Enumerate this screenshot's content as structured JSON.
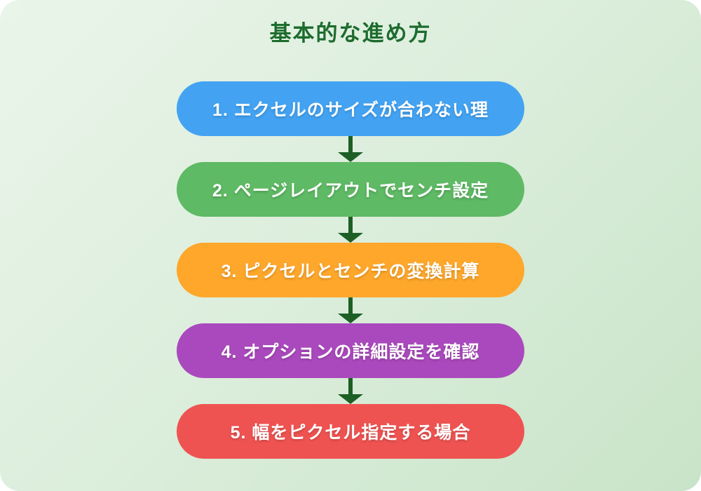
{
  "title": {
    "text": "基本的な進め方",
    "color": "#1d6c2e"
  },
  "background": {
    "gradient_from": "#eaf5ea",
    "gradient_to": "#c8e4c8"
  },
  "arrow": {
    "color": "#1d5f25"
  },
  "steps": [
    {
      "label": "1. エクセルのサイズが合わない理",
      "color": "#43a3f2"
    },
    {
      "label": "2. ページレイアウトでセンチ設定",
      "color": "#5eba64"
    },
    {
      "label": "3. ピクセルとセンチの変換計算",
      "color": "#fea72b"
    },
    {
      "label": "4. オプションの詳細設定を確認",
      "color": "#aa49bd"
    },
    {
      "label": "5. 幅をピクセル指定する場合",
      "color": "#ef5351"
    }
  ]
}
